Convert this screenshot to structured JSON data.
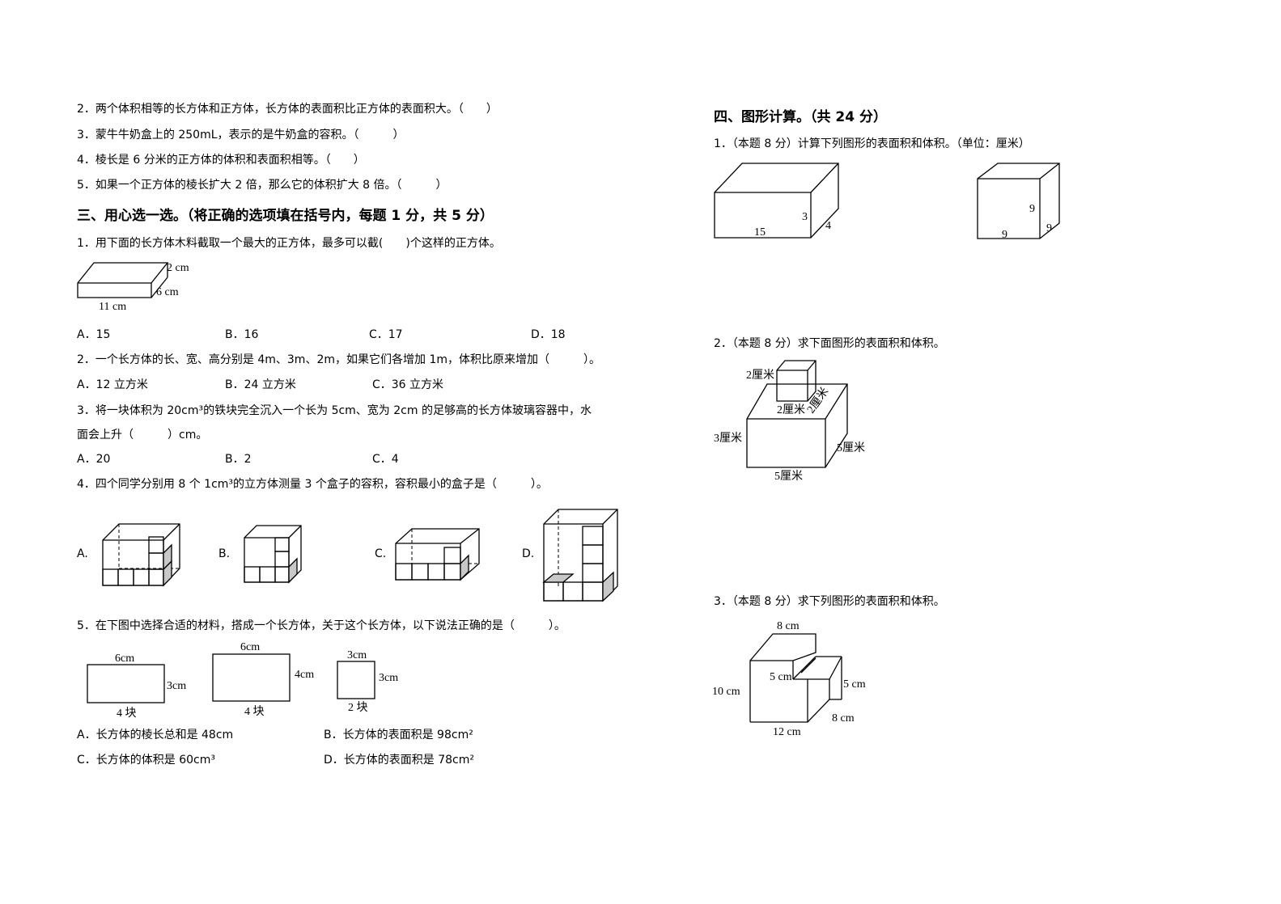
{
  "judge": {
    "q2": "2．两个体积相等的长方体和正方体，长方体的表面积比正方体的表面积大。（　　）",
    "q3": "3．蒙牛牛奶盒上的 250mL，表示的是牛奶盒的容积。（　　　）",
    "q4": "4．棱长是 6 分米的正方体的体积和表面积相等。（　　）",
    "q5": "5．如果一个正方体的棱长扩大 2 倍，那么它的体积扩大 8 倍。（　　　）"
  },
  "section3": {
    "title": "三、用心选一选。（将正确的选项填在括号内，每题 1 分，共 5 分）",
    "q1": {
      "text": "1．用下面的长方体木料截取一个最大的正方体，最多可以截(　　)个这样的正方体。",
      "labels": [
        "2 cm",
        "6 cm",
        "11 cm"
      ],
      "options": [
        "A．15",
        "B．16",
        "C．17",
        "D．18"
      ]
    },
    "q2": {
      "text": "2．一个长方体的长、宽、高分别是 4m、3m、2m，如果它们各增加 1m，体积比原来增加（　　　）。",
      "options": [
        "A．12 立方米",
        "B．24 立方米",
        "C．36 立方米"
      ]
    },
    "q3": {
      "text1": "3．将一块体积为 20cm³的铁块完全沉入一个长为 5cm、宽为 2cm 的足够高的长方体玻璃容器中，水",
      "text2": "面会上升（　　　）cm。",
      "options": [
        "A．20",
        "B．2",
        "C．4"
      ]
    },
    "q4": {
      "text": "4．四个同学分别用 8 个 1cm³的立方体测量 3 个盒子的容积，容积最小的盒子是（　　　）。",
      "options": [
        "A.",
        "B.",
        "C.",
        "D."
      ]
    },
    "q5": {
      "text": "5．在下图中选择合适的材料，搭成一个长方体，关于这个长方体，以下说法正确的是（　　　）。",
      "pieces": [
        {
          "w": "6cm",
          "h": "3cm",
          "count": "4 块"
        },
        {
          "w": "6cm",
          "h": "4cm",
          "count": "4 块"
        },
        {
          "w": "3cm",
          "h": "3cm",
          "count": "2 块"
        }
      ],
      "options": [
        "A．长方体的棱长总和是 48cm",
        "B．长方体的表面积是 98cm²",
        "C．长方体的体积是 60cm³",
        "D．长方体的表面积是 78cm²"
      ]
    }
  },
  "section4": {
    "title": "四、图形计算。（共 24 分）",
    "q1": {
      "text": "1．（本题 8 分）计算下列图形的表面积和体积。（单位：厘米）",
      "box": [
        "15",
        "3",
        "4"
      ],
      "cube": [
        "9",
        "9",
        "9"
      ]
    },
    "q2": {
      "text": "2．（本题 8 分）求下面图形的表面积和体积。",
      "labels": [
        "2厘米",
        "2厘米",
        "2厘米",
        "3厘米",
        "5厘米",
        "5厘米"
      ]
    },
    "q3": {
      "text": "3．（本题 8 分）求下列图形的表面积和体积。",
      "labels": [
        "8 cm",
        "5 cm",
        "10 cm",
        "5 cm",
        "8 cm",
        "12 cm"
      ]
    }
  }
}
